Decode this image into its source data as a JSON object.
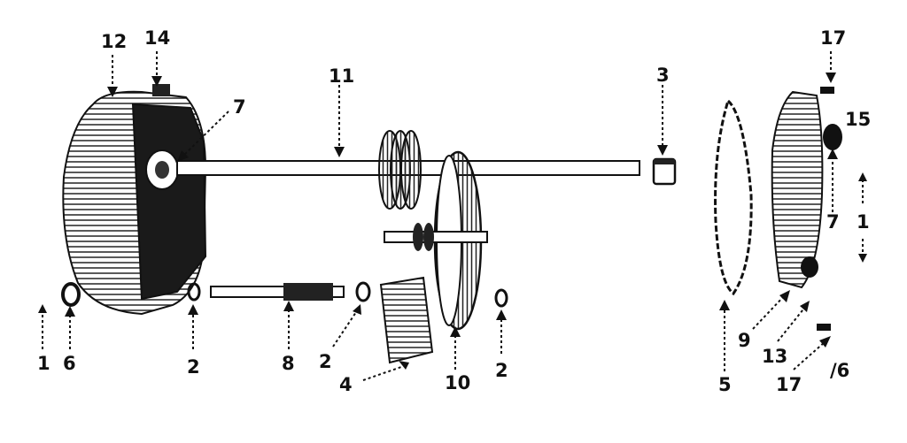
{
  "diagram": {
    "callouts": {
      "c12": "12",
      "c14": "14",
      "c7_left": "7",
      "c11": "11",
      "c3": "3",
      "c17_top": "17",
      "c15": "15",
      "c7_right": "7",
      "c1_right": "1",
      "c1_left": "1",
      "c6_left": "6",
      "c2_left": "2",
      "c8": "8",
      "c2_mid": "2",
      "c4": "4",
      "c10": "10",
      "c2_right": "2",
      "c5": "5",
      "c9": "9",
      "c13": "13",
      "c17_bottom": "17",
      "c6_right": "/6"
    },
    "colors": {
      "ink": "#111111",
      "paper": "#ffffff"
    }
  }
}
